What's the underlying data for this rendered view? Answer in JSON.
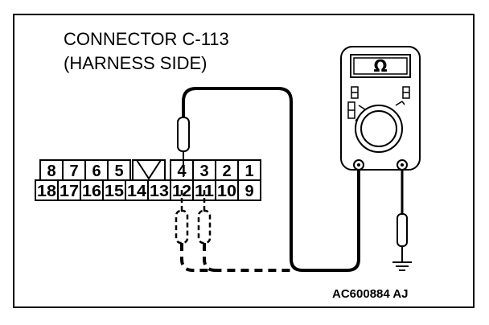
{
  "diagram": {
    "title_line1": "CONNECTOR C-113",
    "title_line2": "(HARNESS SIDE)",
    "figure_code": "AC600884 AJ",
    "connector": {
      "top_row": [
        "8",
        "7",
        "6",
        "5",
        "",
        "4",
        "3",
        "2",
        "1"
      ],
      "bottom_row": [
        "18",
        "17",
        "16",
        "15",
        "14",
        "13",
        "12",
        "11",
        "10",
        "9"
      ]
    },
    "meter": {
      "symbol": "Ω",
      "icon": "ohmmeter-icon"
    },
    "ground_icon": "ground-symbol-icon"
  }
}
